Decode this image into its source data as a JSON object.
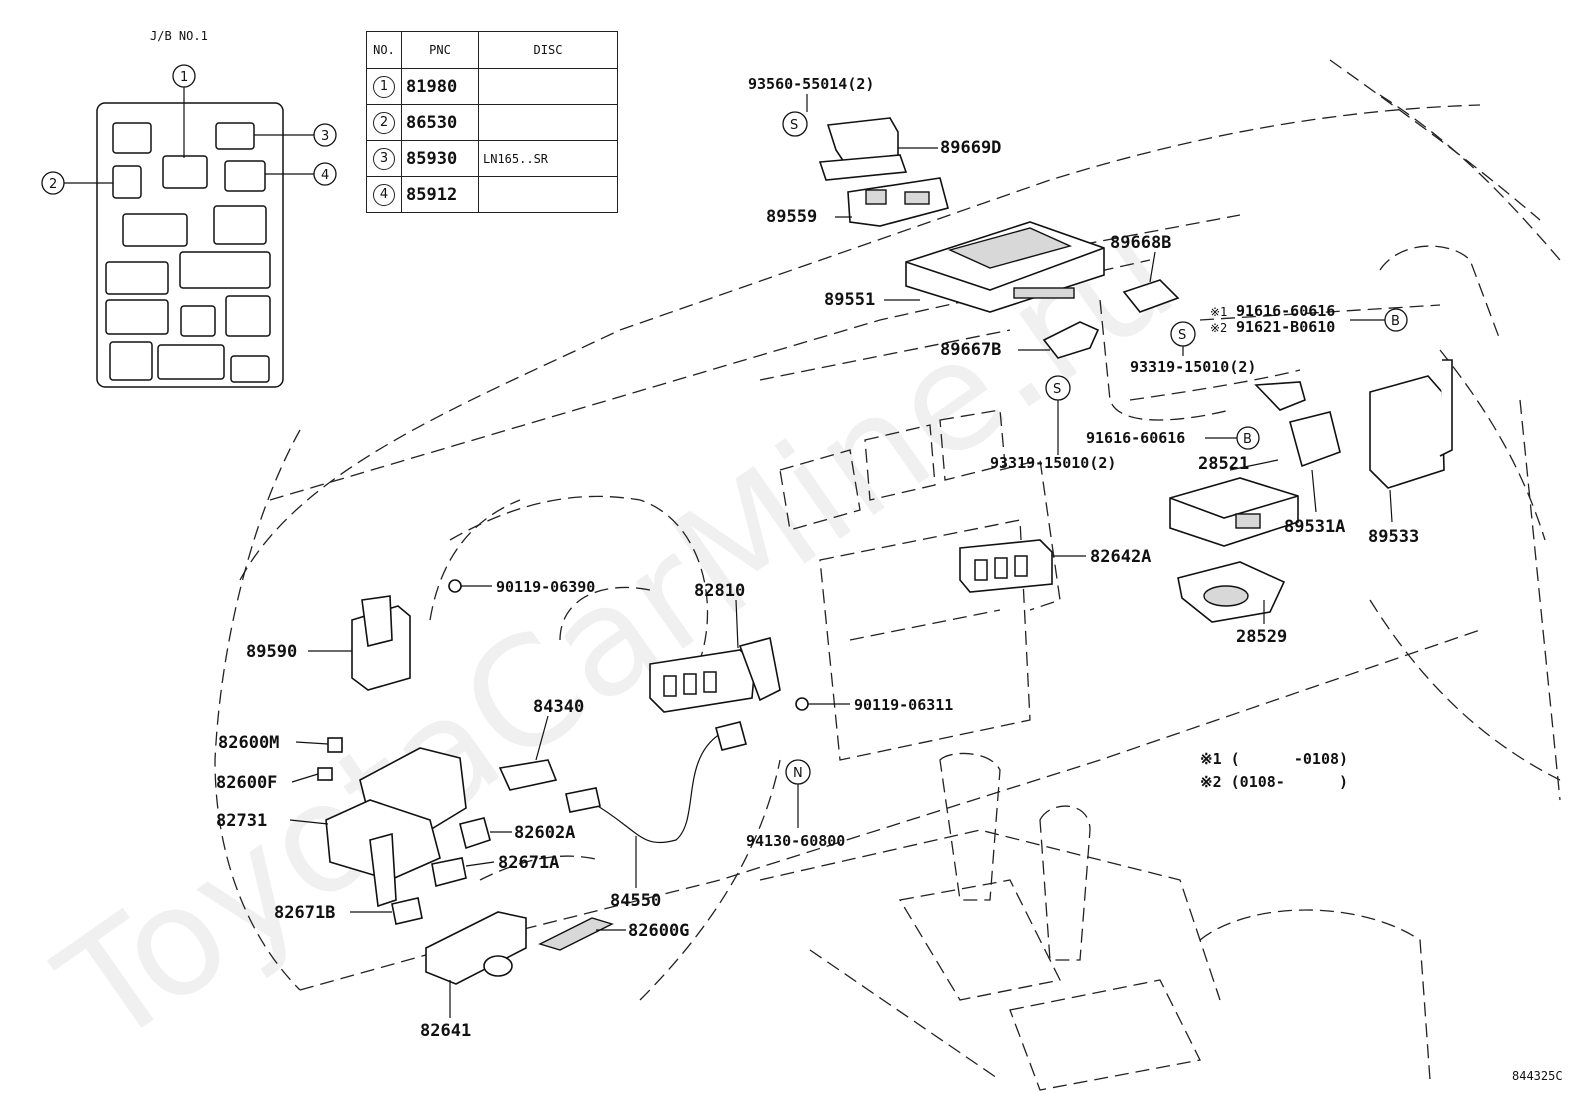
{
  "jb_title": "J/B NO.1",
  "table": {
    "headers": [
      "NO.",
      "PNC",
      "DISC"
    ],
    "rows": [
      {
        "no": "1",
        "pnc": "81980",
        "disc": ""
      },
      {
        "no": "2",
        "pnc": "86530",
        "disc": ""
      },
      {
        "no": "3",
        "pnc": "85930",
        "disc": "LN165..SR"
      },
      {
        "no": "4",
        "pnc": "85912",
        "disc": ""
      }
    ]
  },
  "jb_callouts": [
    "1",
    "2",
    "3",
    "4"
  ],
  "symbols": {
    "s": "S",
    "b": "B",
    "n": "N"
  },
  "labels": {
    "p93560": "93560-55014(2)",
    "p89669D": "89669D",
    "p89559": "89559",
    "p89551": "89551",
    "p89668B": "89668B",
    "p91616_1": "91616-60616",
    "p91621": "91621-B0610",
    "mark1": "※1",
    "mark2": "※2",
    "p89667B": "89667B",
    "p93319_a": "93319-15010(2)",
    "p91616_2": "91616-60616",
    "p93319_b": "93319-15010(2)",
    "p28521": "28521",
    "p89531A": "89531A",
    "p89533": "89533",
    "p82642A": "82642A",
    "p28529": "28529",
    "p90119_06390": "90119-06390",
    "p82810": "82810",
    "p89590": "89590",
    "p90119_06311": "90119-06311",
    "p84340": "84340",
    "p82600M": "82600M",
    "p82600F": "82600F",
    "p82731": "82731",
    "p82602A": "82602A",
    "p82671A": "82671A",
    "p94130": "94130-60800",
    "p84550": "84550",
    "p82671B": "82671B",
    "p82600G": "82600G",
    "p82641": "82641",
    "note1": "※1 (      -0108)",
    "note2": "※2 (0108-      )",
    "figure_code": "844325C"
  },
  "watermark": "ToyotaCarMine.ru"
}
